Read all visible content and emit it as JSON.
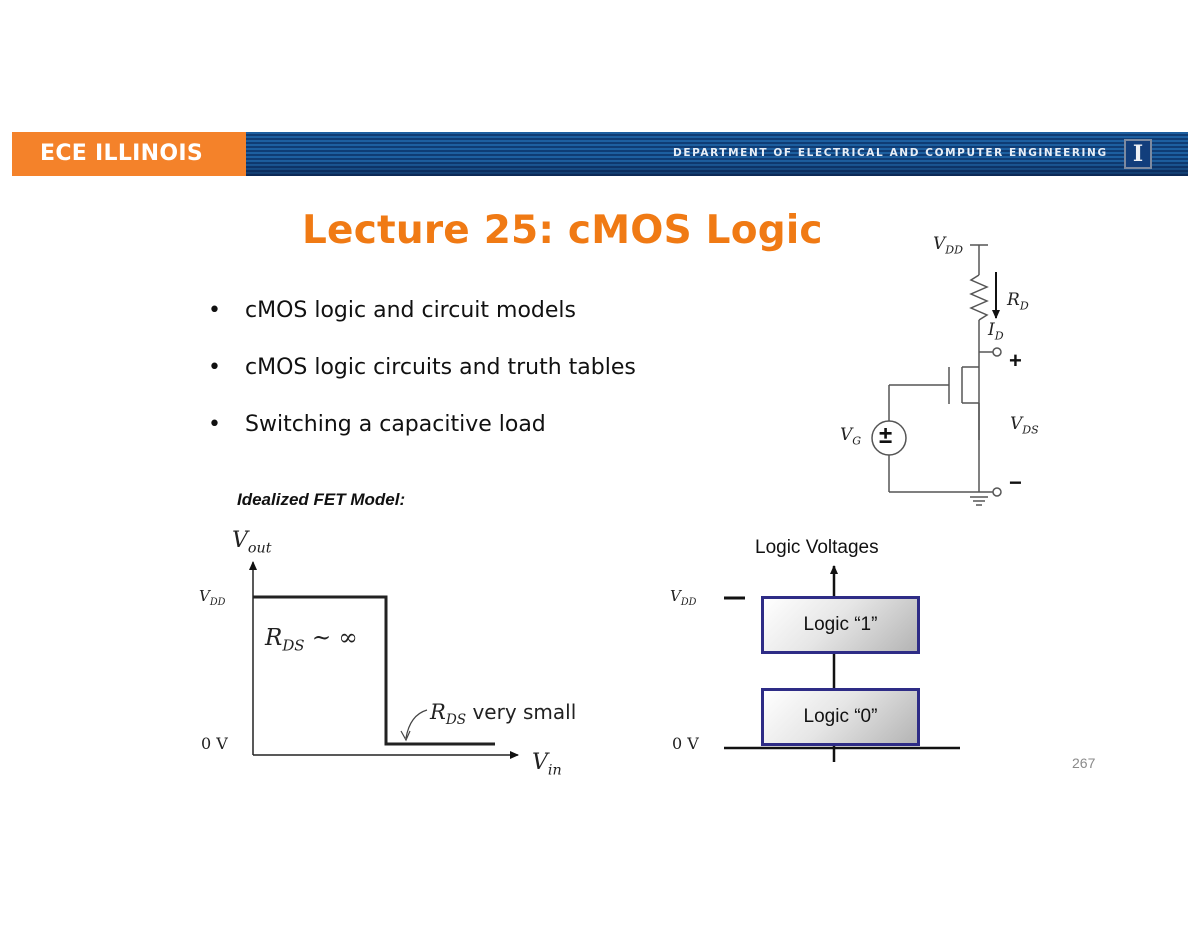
{
  "banner": {
    "left_text": "ECE ILLINOIS",
    "right_text": "DEPARTMENT OF ELECTRICAL AND COMPUTER ENGINEERING",
    "logo_letter": "I",
    "colors": {
      "orange": "#f4822a",
      "blue": "#1d5fa0",
      "dark_blue": "#0f3c74"
    }
  },
  "slide": {
    "title": "Lecture 25: cMOS Logic",
    "title_color": "#f07a14",
    "bullets": [
      "cMOS logic and circuit models",
      "cMOS logic circuits and truth tables",
      "Switching a capacitive load"
    ],
    "page_number": "267"
  },
  "circuit": {
    "vdd_label": {
      "base": "V",
      "sub": "DD"
    },
    "rd_label": {
      "base": "R",
      "sub": "D"
    },
    "id_label": {
      "base": "I",
      "sub": "D"
    },
    "vg_label": {
      "base": "V",
      "sub": "G"
    },
    "vds_label": {
      "base": "V",
      "sub": "DS"
    },
    "plus": "+",
    "minus": "−",
    "source_symbol": "±"
  },
  "fet_model": {
    "heading": "Idealized FET Model:",
    "y_axis_label": {
      "base": "V",
      "sub": "out"
    },
    "x_axis_label": {
      "base": "V",
      "sub": "in"
    },
    "vdd_tick": {
      "base": "V",
      "sub": "DD"
    },
    "zero_tick": "0 V",
    "region_high": {
      "base": "R",
      "sub": "DS",
      "suffix": " ~ ∞"
    },
    "region_low": {
      "base": "R",
      "sub": "DS",
      "suffix": " very small"
    }
  },
  "logic_voltages": {
    "title": "Logic Voltages",
    "vdd_tick": {
      "base": "V",
      "sub": "DD"
    },
    "zero_tick": "0 V",
    "boxes": [
      {
        "label": "Logic “1”"
      },
      {
        "label": "Logic “0”"
      }
    ],
    "box_border_color": "#2e2c86"
  }
}
